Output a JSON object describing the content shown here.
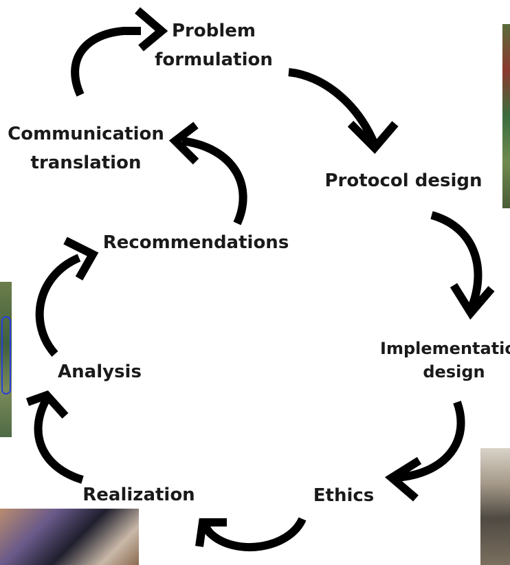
{
  "diagram": {
    "steps": [
      {
        "id": "problem",
        "lines": [
          "Problem",
          "formulation"
        ]
      },
      {
        "id": "protocol",
        "lines": [
          "Protocol design"
        ]
      },
      {
        "id": "implementation",
        "lines": [
          "Implementation",
          "design"
        ]
      },
      {
        "id": "ethics",
        "lines": [
          "Ethics"
        ]
      },
      {
        "id": "realization",
        "lines": [
          "Realization"
        ]
      },
      {
        "id": "analysis",
        "lines": [
          "Analysis"
        ]
      },
      {
        "id": "recommendations",
        "lines": [
          "Recommendations"
        ]
      },
      {
        "id": "communication",
        "lines": [
          "Communication",
          "translation"
        ]
      }
    ],
    "arrow_color": "#000000"
  }
}
